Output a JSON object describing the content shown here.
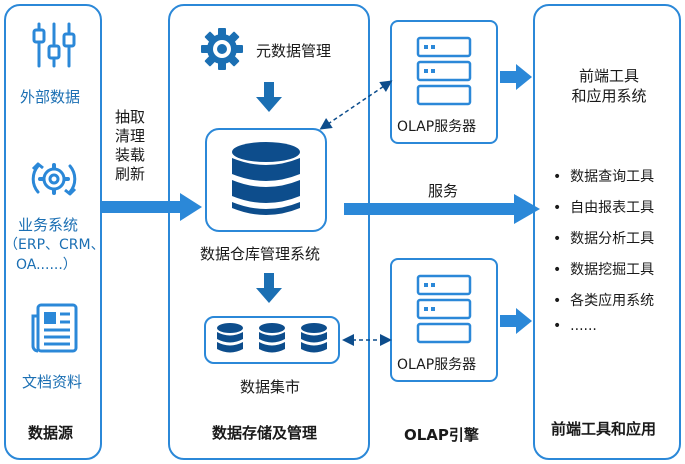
{
  "source": {
    "external_data": "外部数据",
    "business_system_1": "业务系统",
    "business_system_2": "（ERP、CRM、",
    "business_system_3": "OA......）",
    "documents": "文档资料",
    "title": "数据源"
  },
  "etl": {
    "line1": "抽取",
    "line2": "清理",
    "line3": "装载",
    "line4": "刷新"
  },
  "storage": {
    "metadata": "元数据管理",
    "warehouse": "数据仓库管理系统",
    "datamart": "数据集市",
    "title": "数据存储及管理"
  },
  "olap": {
    "server_top": "OLAP服务器",
    "server_bottom": "OLAP服务器",
    "service": "服务",
    "title": "OLAP引擎"
  },
  "frontend": {
    "header_line1": "前端工具",
    "header_line2": "和应用系统",
    "items": [
      "数据查询工具",
      "自由报表工具",
      "数据分析工具",
      "数据挖掘工具",
      "各类应用系统",
      "......"
    ],
    "title": "前端工具和应用"
  },
  "colors": {
    "accent": "#2b88d8",
    "dark_blue": "#1b6fb3",
    "navy": "#0d4d8c"
  }
}
